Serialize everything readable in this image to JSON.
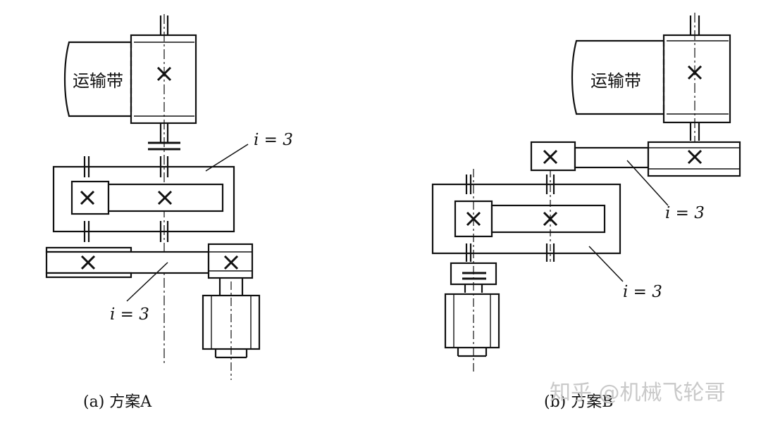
{
  "scheme_a": {
    "belt_label": "运输带",
    "ratio_upper": "i = 3",
    "ratio_lower": "i = 3",
    "caption": "(a) 方案A"
  },
  "scheme_b": {
    "belt_label": "运输带",
    "ratio_upper": "i = 3",
    "ratio_lower": "i = 3",
    "caption": "(b) 方案B"
  },
  "watermark": "知乎 @机械飞轮哥"
}
